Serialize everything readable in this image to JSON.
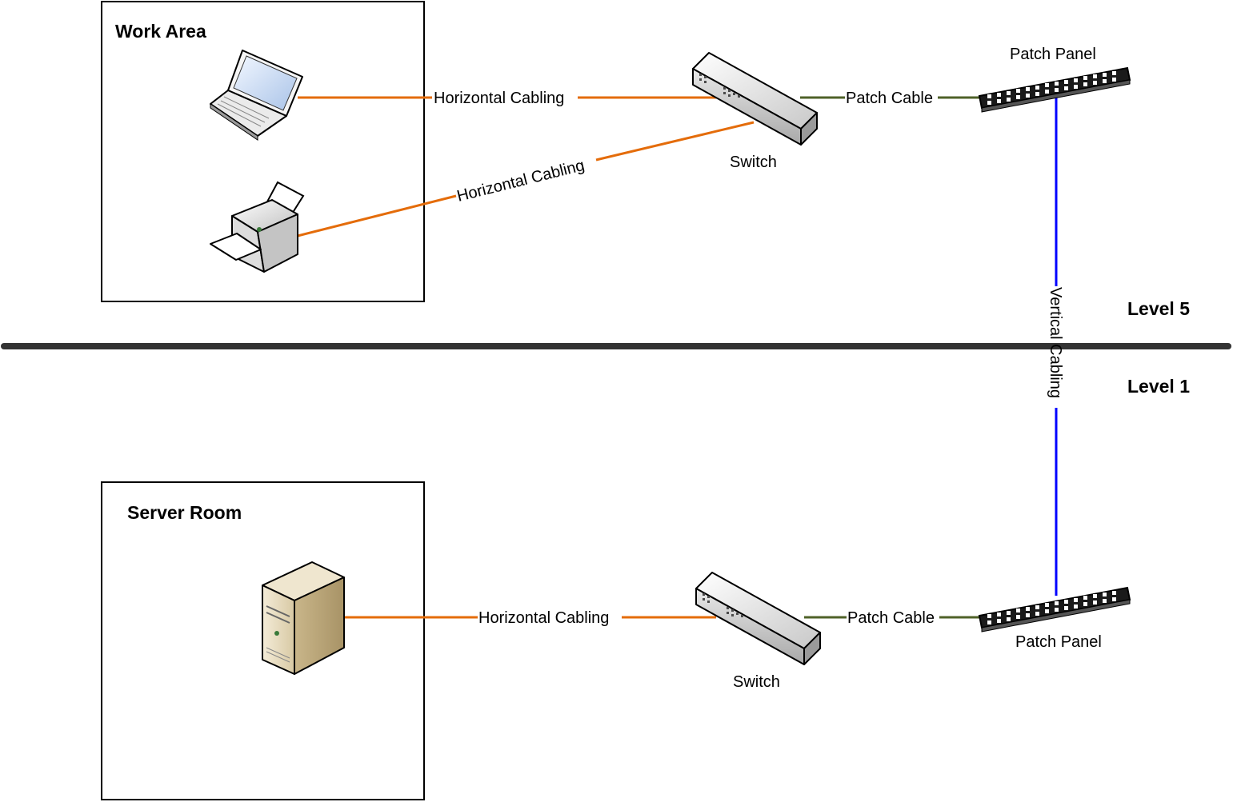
{
  "colors": {
    "horizontal": "#e46c0a",
    "patch": "#4f6228",
    "vertical": "#0000ff",
    "floor_line": "#333333",
    "room_border": "#000000"
  },
  "rooms": {
    "work_area": "Work Area",
    "server_room": "Server Room"
  },
  "levels": {
    "upper": "Level 5",
    "lower": "Level 1"
  },
  "devices": {
    "upper_switch": "Switch",
    "lower_switch": "Switch",
    "upper_patch_panel": "Patch Panel",
    "lower_patch_panel": "Patch Panel"
  },
  "cables": {
    "laptop_to_switch": "Horizontal Cabling",
    "printer_to_switch": "Horizontal Cabling",
    "server_to_switch": "Horizontal Cabling",
    "upper_switch_to_panel": "Patch Cable",
    "lower_switch_to_panel": "Patch Cable",
    "vertical": "Vertical Cabling"
  },
  "icons": [
    "laptop-icon",
    "printer-icon",
    "server-icon",
    "switch-icon",
    "patch-panel-icon"
  ]
}
